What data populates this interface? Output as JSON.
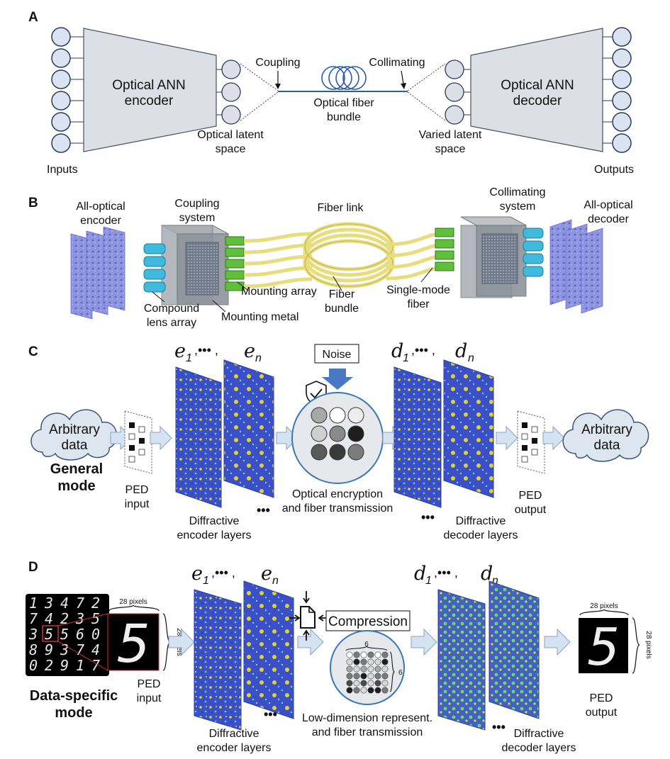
{
  "panels": {
    "a": "A",
    "b": "B",
    "c": "C",
    "d": "D"
  },
  "panel_a": {
    "encoder": [
      "Optical ANN",
      "encoder"
    ],
    "decoder": [
      "Optical ANN",
      "decoder"
    ],
    "coupling": "Coupling",
    "collimating": "Collimating",
    "bundle": [
      "Optical fiber",
      "bundle"
    ],
    "latent": [
      "Optical latent",
      "space"
    ],
    "varied": [
      "Varied latent",
      "space"
    ],
    "inputs": "Inputs",
    "outputs": "Outputs"
  },
  "panel_b": {
    "encoder": [
      "All-optical",
      "encoder"
    ],
    "coupling": [
      "Coupling",
      "system"
    ],
    "fiber_link": "Fiber link",
    "collimating": [
      "Collimating",
      "system"
    ],
    "decoder": [
      "All-optical",
      "decoder"
    ],
    "lens": [
      "Compound",
      "lens array"
    ],
    "metal": "Mounting metal",
    "array": "Mounting array",
    "bundle": [
      "Fiber",
      "bundle"
    ],
    "single": [
      "Single-mode",
      "fiber"
    ]
  },
  "panel_c": {
    "enc_math": "e",
    "enc_sub1": "1",
    "enc_mid": ",••• ,",
    "enc_subn": "n",
    "dec_math": "d",
    "noise": "Noise",
    "arb_in": [
      "Arbitrary",
      "data"
    ],
    "arb_out": [
      "Arbitrary",
      "data"
    ],
    "general": [
      "General",
      "mode"
    ],
    "ped_in": [
      "PED",
      "input"
    ],
    "enc_layers": [
      "Diffractive",
      "encoder layers"
    ],
    "transmission": [
      "Optical encryption",
      "and fiber transmission"
    ],
    "dec_layers": [
      "Diffractive",
      "decoder layers"
    ],
    "ped_out": [
      "PED",
      "output"
    ],
    "dots": "•••",
    "grid_colors": [
      "#a8a8a8",
      "#ffffff",
      "#ededed",
      "#cfcfcf",
      "#8a8a8a",
      "#1e1e1e",
      "#5a5a5a",
      "#3a3a3a",
      "#7c7c7c"
    ]
  },
  "panel_d": {
    "mnist_rows": [
      [
        "1",
        "3",
        "4",
        "7",
        "2"
      ],
      [
        "7",
        "4",
        "2",
        "3",
        "5"
      ],
      [
        "3",
        "5",
        "5",
        "6",
        "0"
      ],
      [
        "8",
        "9",
        "3",
        "7",
        "4"
      ],
      [
        "0",
        "2",
        "9",
        "1",
        "7"
      ]
    ],
    "pixels_top": "28 pixels",
    "pixels_side": "28 pixels",
    "digit": "5",
    "ped_in": [
      "PED",
      "input"
    ],
    "data_specific": [
      "Data-specific",
      "mode"
    ],
    "compression": "Compression",
    "six_top": "6",
    "six_side": "6",
    "enc_layers": [
      "Diffractive",
      "encoder layers"
    ],
    "transmission": [
      "Low-dimension represent.",
      "and fiber transmission"
    ],
    "dec_layers": [
      "Diffractive",
      "decoder layers"
    ],
    "ped_out": [
      "PED",
      "output"
    ],
    "dots": "•••"
  },
  "colors": {
    "node_fill": "#d9e3f1",
    "node_stroke": "#2e3a55",
    "trapezoid": "#dcdfe5",
    "fiber_blue": "#2a5ba8",
    "arrow_fill": "#d5e2f2",
    "noise_arrow": "#4a78c4",
    "layer_blue": "#3b4fc8",
    "layer_yellow": "#e0d42a"
  }
}
